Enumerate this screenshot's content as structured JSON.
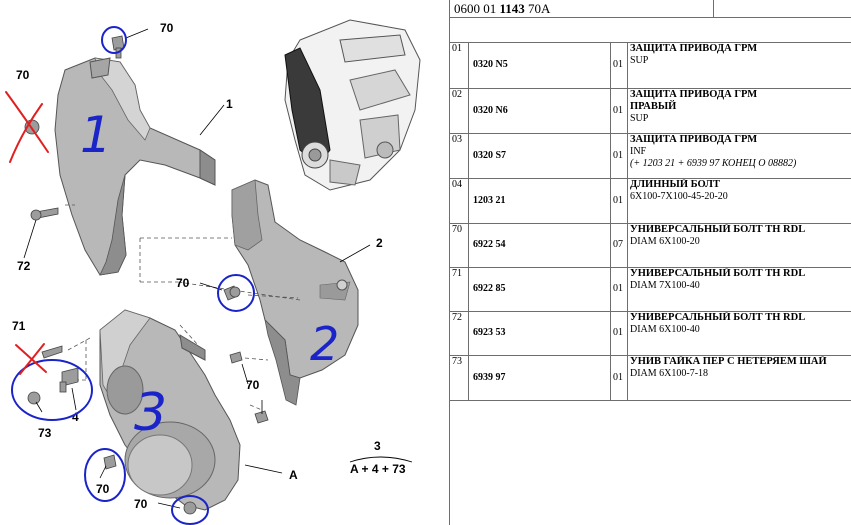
{
  "header": {
    "ref_prefix": "0600 01",
    "ref_bold": "1143",
    "ref_suffix": "70A"
  },
  "diagram": {
    "callouts": {
      "c70_top": "70",
      "c70_left": "70",
      "c1": "1",
      "c72": "72",
      "c2": "2",
      "c70_mid": "70",
      "c71": "71",
      "c4": "4",
      "c73": "73",
      "c70_lower": "70",
      "cA": "A",
      "c70_bottom": "70",
      "c70_bottom2": "70",
      "kit_top": "3",
      "kit_bottom": "A + 4 + 73"
    },
    "handwritten": {
      "h1": "1",
      "h2": "2",
      "h3": "3"
    },
    "colors": {
      "part_fill": "#b8b8b8",
      "part_shade": "#8d8d8d",
      "part_light": "#d4d4d4",
      "ink_blue": "#1a24c8",
      "ink_red": "#e02020"
    }
  },
  "parts": [
    {
      "idx": "01",
      "code": "0320 N5",
      "qty": "01",
      "title": "ЗАЩИТА ПРИВОДА ГРМ",
      "title2": "",
      "sub": "SUP",
      "note": ""
    },
    {
      "idx": "02",
      "code": "0320 N6",
      "qty": "01",
      "title": "ЗАЩИТА ПРИВОДА ГРМ",
      "title2": "ПРАВЫЙ",
      "sub": "SUP",
      "note": ""
    },
    {
      "idx": "03",
      "code": "0320 S7",
      "qty": "01",
      "title": "ЗАЩИТА ПРИВОДА ГРМ",
      "title2": "",
      "sub": "INF",
      "note": "(+ 1203 21 + 6939 97 КОНЕЦ О 08882)"
    },
    {
      "idx": "04",
      "code": "1203 21",
      "qty": "01",
      "title": "ДЛИННЫЙ БОЛТ",
      "title2": "",
      "sub": "6X100-7X100-45-20-20",
      "note": ""
    },
    {
      "idx": "70",
      "code": "6922 54",
      "qty": "07",
      "title": "УНИВЕРСАЛЬНЫЙ БОЛТ TH RDL",
      "title2": "",
      "sub": "DIAM 6X100-20",
      "note": ""
    },
    {
      "idx": "71",
      "code": "6922 85",
      "qty": "01",
      "title": "УНИВЕРСАЛЬНЫЙ БОЛТ TH RDL",
      "title2": "",
      "sub": "DIAM 7X100-40",
      "note": ""
    },
    {
      "idx": "72",
      "code": "6923 53",
      "qty": "01",
      "title": "УНИВЕРСАЛЬНЫЙ БОЛТ TH RDL",
      "title2": "",
      "sub": "DIAM 6X100-40",
      "note": ""
    },
    {
      "idx": "73",
      "code": "6939 97",
      "qty": "01",
      "title": "УНИВ ГАЙКА ПЕР С НЕТЕРЯЕМ ШАЙ",
      "title2": "",
      "sub": "DIAM 6X100-7-18",
      "note": ""
    }
  ]
}
